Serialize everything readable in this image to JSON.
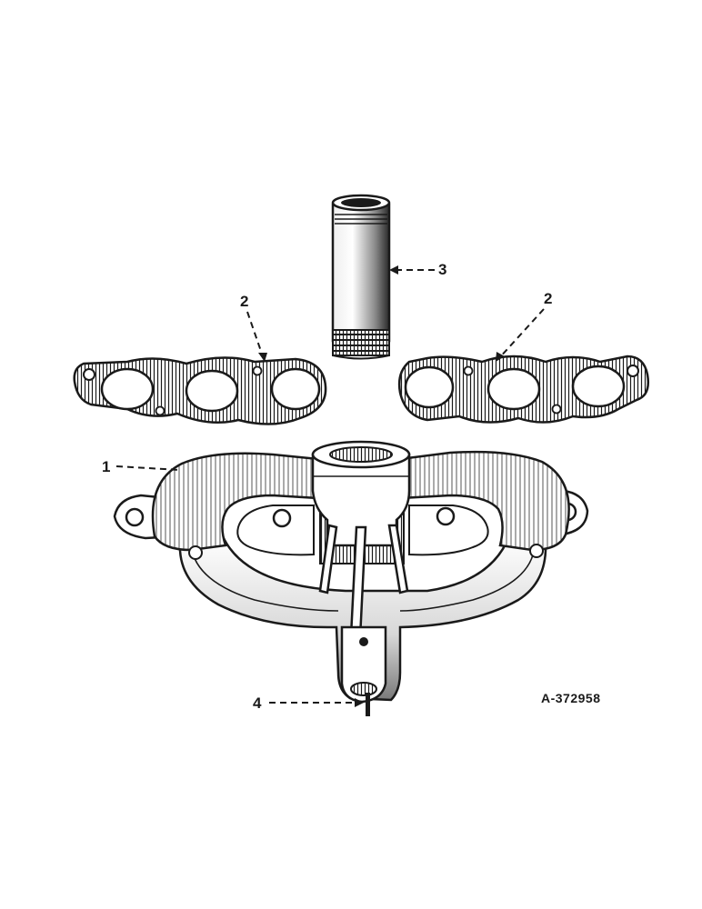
{
  "callouts": {
    "manifold": "1",
    "gasket_left": "2",
    "gasket_right": "2",
    "pipe": "3",
    "stud": "4"
  },
  "figure_code": "A-372958",
  "colors": {
    "ink": "#1a1a1a",
    "paper": "#ffffff",
    "shade": "#9a9a9a"
  }
}
